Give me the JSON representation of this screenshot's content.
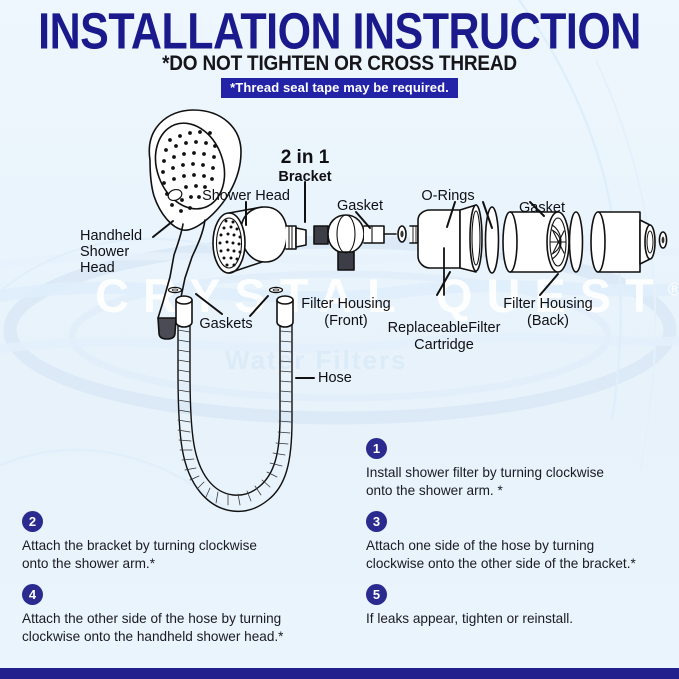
{
  "header": {
    "title": "INSTALLATION INSTRUCTION",
    "subtitle": "*DO NOT TIGHTEN OR CROSS THREAD",
    "note": "*Thread seal tape may be required."
  },
  "watermark": {
    "brand": "CRYSTAL QUEST",
    "registered": "®",
    "tagline": "Water Filters"
  },
  "diagram": {
    "labels": {
      "handheld_shower_head": "Handheld\nShower\nHead",
      "shower_head": "Shower Head",
      "bracket_line1": "2 in 1",
      "bracket_line2": "Bracket",
      "gasket_front": "Gasket",
      "o_rings": "O-Rings",
      "gasket_back": "Gasket",
      "gaskets_hose": "Gaskets",
      "hose": "Hose",
      "filter_housing_front": "Filter Housing\n(Front)",
      "replaceable_filter_cartridge": "ReplaceableFilter\nCartridge",
      "filter_housing_back": "Filter Housing\n(Back)"
    }
  },
  "steps": [
    {
      "number": "1",
      "text": "Install shower filter by turning clockwise\nonto the shower arm. *"
    },
    {
      "number": "2",
      "text": "Attach the bracket by turning clockwise\nonto the shower arm.*"
    },
    {
      "number": "3",
      "text": "Attach one side of the hose by turning\nclockwise onto the other side of the bracket.*"
    },
    {
      "number": "4",
      "text": "Attach the other side of the hose by turning\nclockwise onto the handheld shower head.*"
    },
    {
      "number": "5",
      "text": "If leaks appear, tighten or reinstall."
    }
  ],
  "colors": {
    "background": "#eaf4fc",
    "title": "#1a1a8c",
    "badge": "#2a2a8f",
    "note_bg": "#2323a8",
    "bottom_bar": "#231f8c"
  }
}
